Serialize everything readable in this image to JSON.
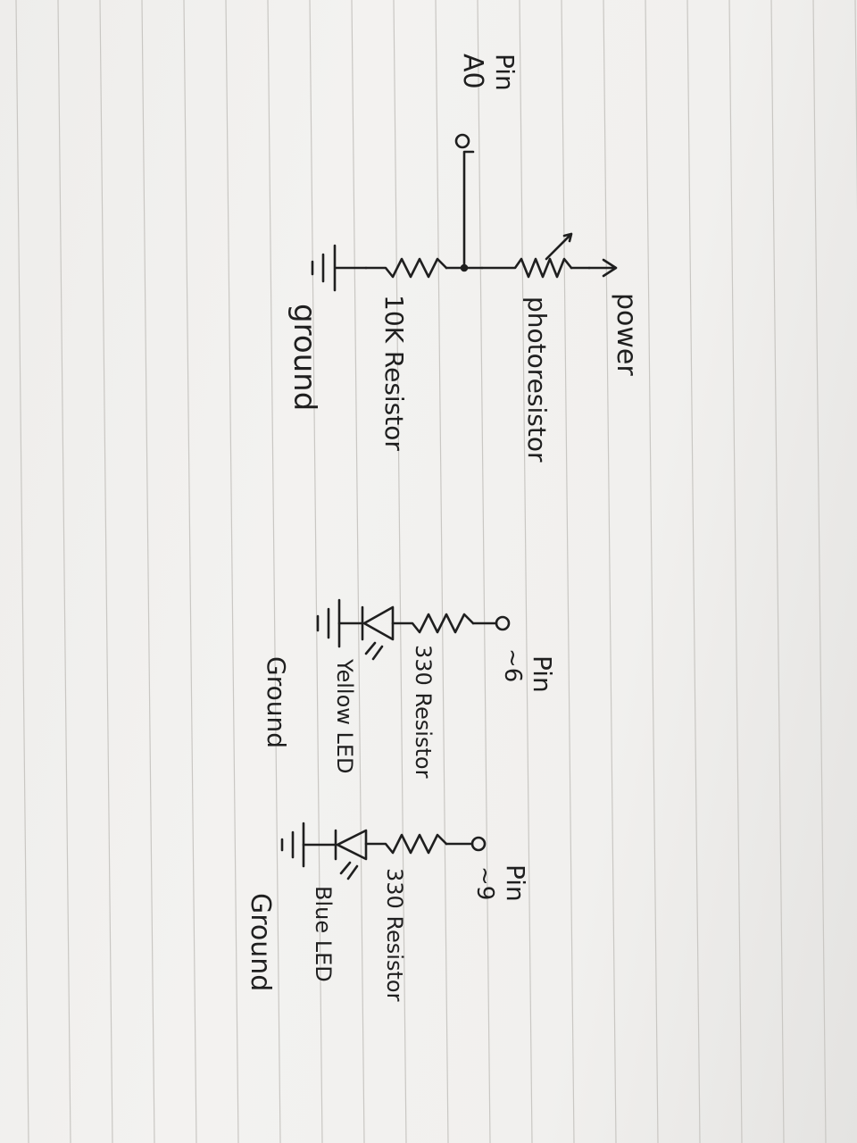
{
  "labels": {
    "power": "power",
    "photoresistor": "photoresistor",
    "resistor_10k": "10K Resistor",
    "ground_1": "ground",
    "pin_a0_label": "Pin",
    "pin_a0_name": "A0",
    "pin6_label": "Pin",
    "pin6_name": "~6",
    "resistor_330_a": "330 Resistor",
    "yellow_led": "Yellow LED",
    "ground_2": "Ground",
    "pin9_label": "Pin",
    "pin9_name": "~9",
    "resistor_330_b": "330 Resistor",
    "blue_led": "Blue LED",
    "ground_3": "Ground"
  },
  "colors": {
    "ink": "#1f1f1f",
    "paper": "#f1f0ee",
    "rule_line": "#c9c7c3"
  }
}
